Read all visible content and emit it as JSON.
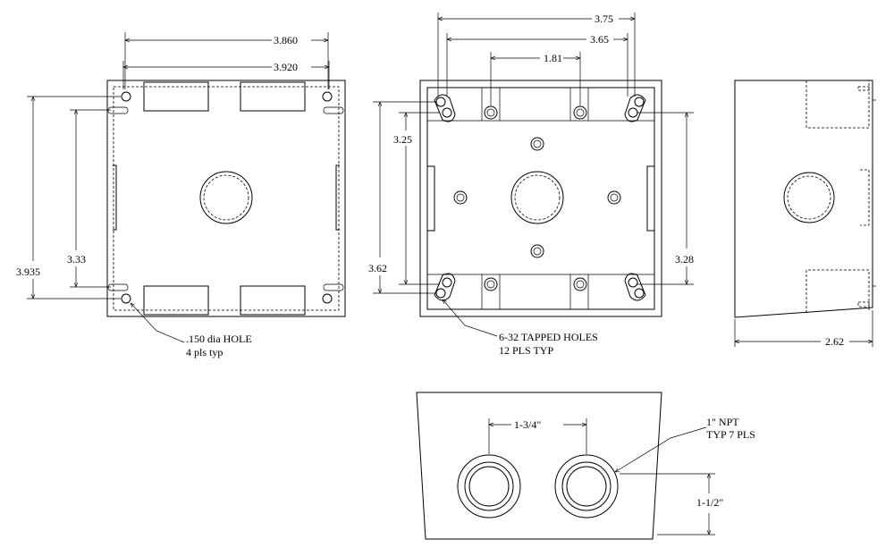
{
  "dimensions": {
    "front_top_1": "3.860",
    "front_top_2": "3.920",
    "front_height_outer": "3.935",
    "front_height_inner": "3.33",
    "mid_top_1": "3.75",
    "mid_top_2": "3.65",
    "mid_top_3": "1.81",
    "mid_left_1": "3.25",
    "mid_left_2": "3.62",
    "mid_right": "3.28",
    "side_depth": "2.62",
    "bottom_spacing": "1-3/4\"",
    "bottom_height": "1-1/2\""
  },
  "notes": {
    "hole_line1": ".150 dia HOLE",
    "hole_line2": "4 pls typ",
    "tapped_line1": "6-32 TAPPED HOLES",
    "tapped_line2": "12 PLS TYP",
    "npt_line1": "1\" NPT",
    "npt_line2": "TYP 7 PLS"
  }
}
